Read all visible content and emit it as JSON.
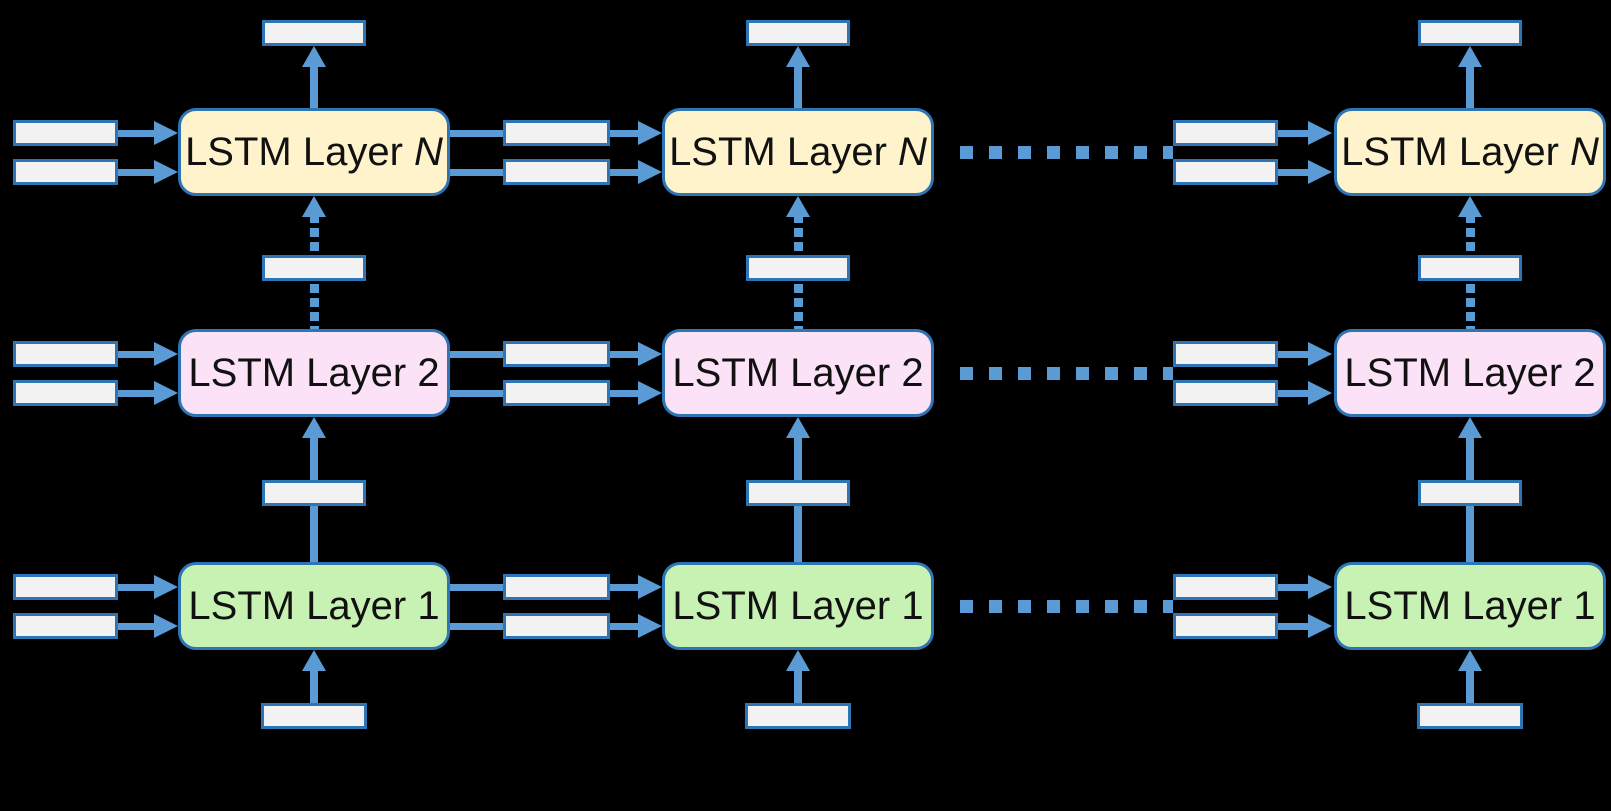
{
  "diagram": {
    "background": "#000000",
    "colors": {
      "box_outline": "#2e75b6",
      "connector": "#5b9bd5",
      "slot_fill": "#f2f2f2",
      "label_text": "#111111",
      "layer1_fill": "#c8f2b4",
      "layer2_fill": "#fbe2f7",
      "layerN_fill": "#fff3cc"
    },
    "timestep_count": 3,
    "layers": [
      {
        "id": "layer-1",
        "label_prefix": "LSTM Layer ",
        "label_var": "1",
        "var_italic": false,
        "fill_key": "layer1_fill"
      },
      {
        "id": "layer-2",
        "label_prefix": "LSTM Layer ",
        "label_var": "2",
        "var_italic": false,
        "fill_key": "layer2_fill"
      },
      {
        "id": "layer-N",
        "label_prefix": "LSTM Layer ",
        "label_var": "N",
        "var_italic": true,
        "fill_key": "layerN_fill"
      }
    ]
  }
}
